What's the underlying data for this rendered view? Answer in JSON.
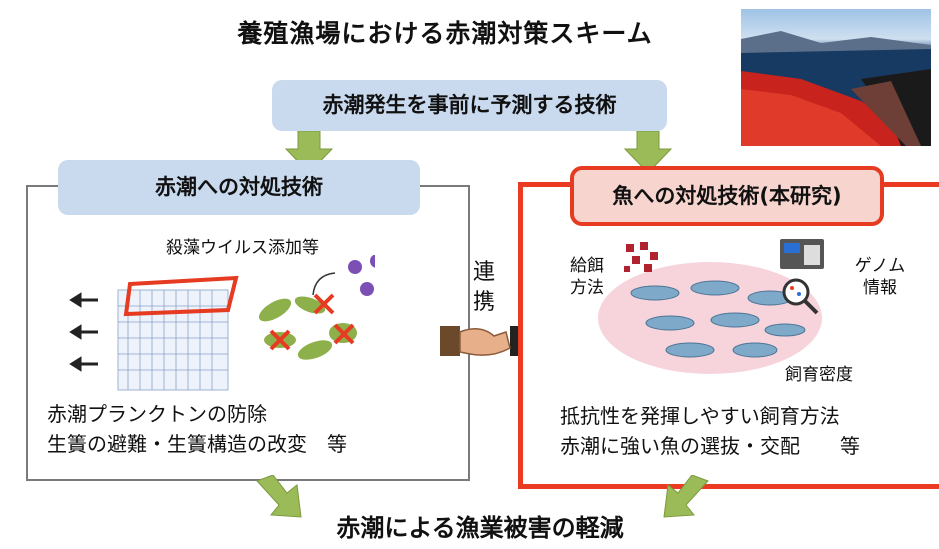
{
  "title": "養殖漁場における赤潮対策スキーム",
  "predict_box": "赤潮発生を事前に予測する技術",
  "left": {
    "heading": "赤潮への対処技術",
    "virus_label": "殺藻ウイルス添加等",
    "lines": [
      "赤潮プランクトンの防除",
      "生簀の避難・生簀構造の改変　等"
    ]
  },
  "connector": [
    "連",
    "携"
  ],
  "right": {
    "heading": "魚への対処技術(本研究)",
    "feeding_label": [
      "給餌",
      "方法"
    ],
    "genome_label": [
      "ゲノム",
      "情報"
    ],
    "density_label": "飼育密度",
    "lines": [
      "抵抗性を発揮しやすい飼育方法",
      "赤潮に強い魚の選抜・交配　　等"
    ]
  },
  "result": "赤潮による漁業被害の軽減",
  "colors": {
    "accent_red": "#e63a21",
    "blue_box": "#c9d9ee",
    "arrow_green": "#9bbb59",
    "cloud_pink": "#f7d4dc"
  }
}
